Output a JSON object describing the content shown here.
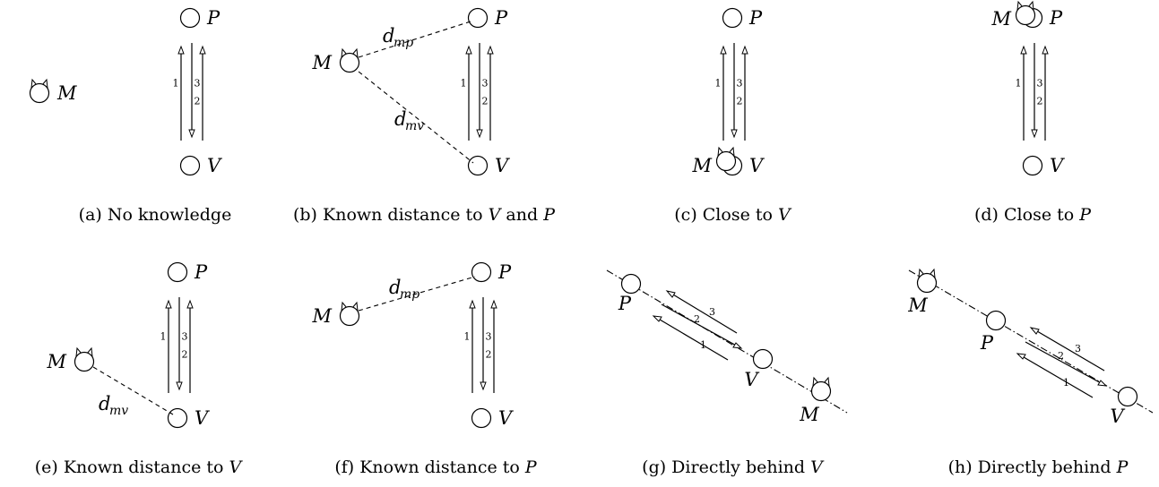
{
  "panels": [
    {
      "id": "a",
      "caption_prefix": "(a) No knowledge",
      "caption_var": "",
      "caption_mid": "",
      "caption_var2": "",
      "labels": {
        "P": "P",
        "V": "V",
        "M": "M"
      },
      "numbers": [
        "1",
        "2",
        "3"
      ]
    },
    {
      "id": "b",
      "caption_prefix": "(b) Known distance to ",
      "caption_var": "V",
      "caption_mid": " and ",
      "caption_var2": "P",
      "labels": {
        "P": "P",
        "V": "V",
        "M": "M"
      },
      "numbers": [
        "1",
        "2",
        "3"
      ],
      "distances": [
        {
          "base": "d",
          "sub": "mp"
        },
        {
          "base": "d",
          "sub": "mv"
        }
      ]
    },
    {
      "id": "c",
      "caption_prefix": "(c) Close to ",
      "caption_var": "V",
      "caption_mid": "",
      "caption_var2": "",
      "labels": {
        "P": "P",
        "V": "V",
        "M": "M"
      },
      "numbers": [
        "1",
        "2",
        "3"
      ]
    },
    {
      "id": "d",
      "caption_prefix": "(d) Close to ",
      "caption_var": "P",
      "caption_mid": "",
      "caption_var2": "",
      "labels": {
        "P": "P",
        "V": "V",
        "M": "M"
      },
      "numbers": [
        "1",
        "2",
        "3"
      ]
    },
    {
      "id": "e",
      "caption_prefix": "(e) Known distance to ",
      "caption_var": "V",
      "caption_mid": "",
      "caption_var2": "",
      "labels": {
        "P": "P",
        "V": "V",
        "M": "M"
      },
      "numbers": [
        "1",
        "2",
        "3"
      ],
      "distances": [
        {
          "base": "d",
          "sub": "mv"
        }
      ]
    },
    {
      "id": "f",
      "caption_prefix": "(f) Known distance to ",
      "caption_var": "P",
      "caption_mid": "",
      "caption_var2": "",
      "labels": {
        "P": "P",
        "V": "V",
        "M": "M"
      },
      "numbers": [
        "1",
        "2",
        "3"
      ],
      "distances": [
        {
          "base": "d",
          "sub": "mp"
        }
      ]
    },
    {
      "id": "g",
      "caption_prefix": "(g) Directly behind ",
      "caption_var": "V",
      "caption_mid": "",
      "caption_var2": "",
      "labels": {
        "P": "P",
        "V": "V",
        "M": "M"
      },
      "numbers": [
        "1",
        "2",
        "3"
      ]
    },
    {
      "id": "h",
      "caption_prefix": "(h) Directly behind ",
      "caption_var": "P",
      "caption_mid": "",
      "caption_var2": "",
      "labels": {
        "P": "P",
        "V": "V",
        "M": "M"
      },
      "numbers": [
        "1",
        "2",
        "3"
      ]
    }
  ]
}
